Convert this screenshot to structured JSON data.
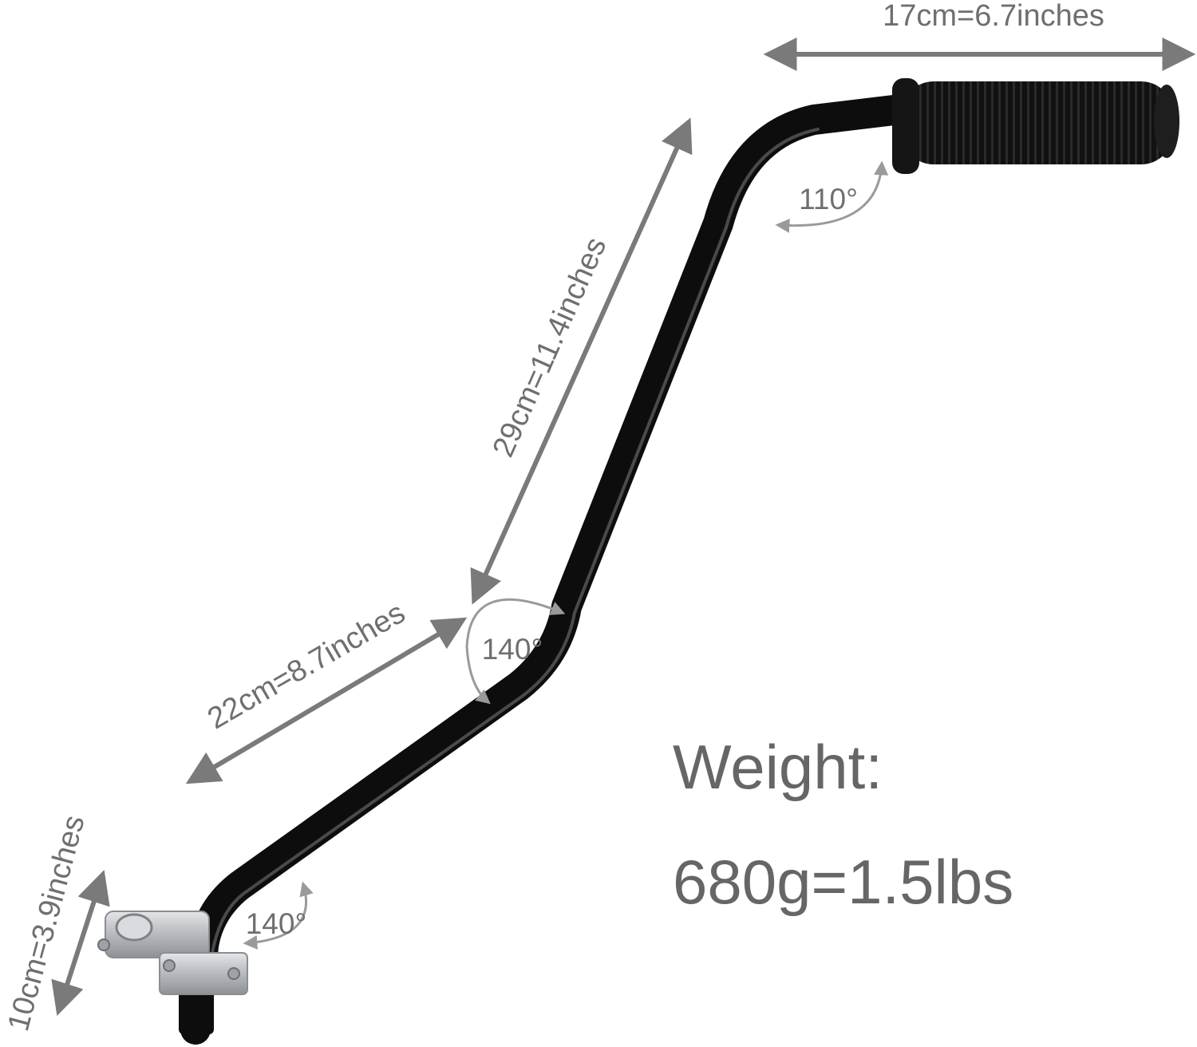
{
  "dimensions": {
    "grip_length": "17cm=6.7inches",
    "upper_segment": "29cm=11.4inches",
    "middle_segment": "22cm=8.7inches",
    "mount_segment": "10cm=3.9inches"
  },
  "angles": {
    "top_bend": "110°",
    "middle_bend": "140°",
    "bottom_bend": "140°"
  },
  "weight": {
    "label": "Weight:",
    "value": "680g=1.5lbs"
  },
  "colors": {
    "dimension_gray": "#7a7a7a",
    "tube_black": "#0d0d0d",
    "clamp_silver": "#b9bcc0"
  }
}
